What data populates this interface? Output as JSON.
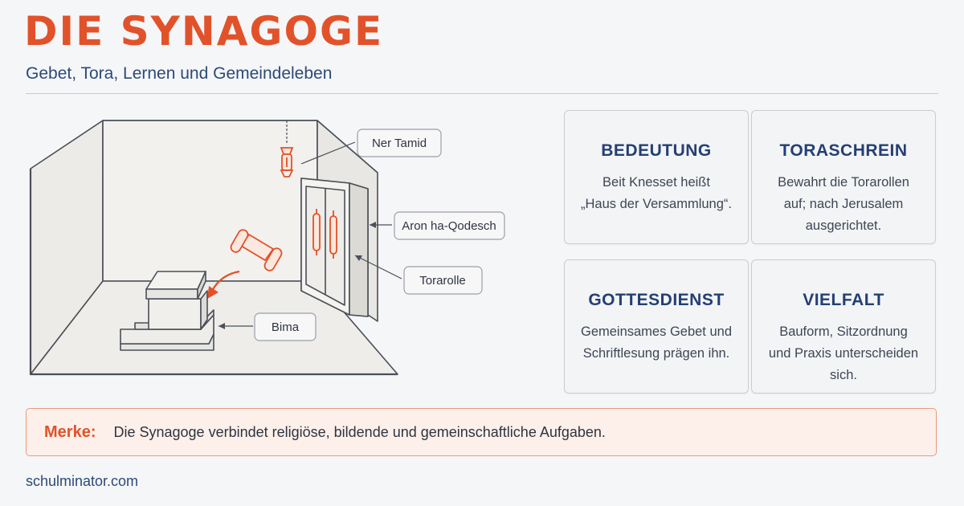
{
  "header": {
    "title": "DIE SYNAGOGE",
    "subtitle": "Gebet, Tora, Lernen und Gemeindeleben"
  },
  "diagram": {
    "callouts": {
      "ner_tamid": "Ner Tamid",
      "aron": "Aron ha-Qodesch",
      "torarolle": "Torarolle",
      "bima": "Bima"
    }
  },
  "cards": [
    {
      "title": "BEDEUTUNG",
      "lines": [
        "Beit Knesset heißt",
        "„Haus der Versammlung“."
      ]
    },
    {
      "title": "TORASCHREIN",
      "lines": [
        "Bewahrt die Torarollen",
        "auf; nach Jerusalem",
        "ausgerichtet."
      ]
    },
    {
      "title": "GOTTESDIENST",
      "lines": [
        "Gemeinsames Gebet und",
        "Schriftlesung prägen ihn."
      ]
    },
    {
      "title": "VIELFALT",
      "lines": [
        "Bauform, Sitzordnung",
        "und Praxis unterscheiden",
        "sich."
      ]
    }
  ],
  "merke": {
    "label": "Merke:",
    "text": "Die Synagoge verbindet religiöse, bildende und gemeinschaftliche Aufgaben."
  },
  "footer": {
    "text": "schulminator.com"
  },
  "colors": {
    "accent": "#e2522a",
    "navy": "#243f73",
    "line": "#3d4654"
  }
}
